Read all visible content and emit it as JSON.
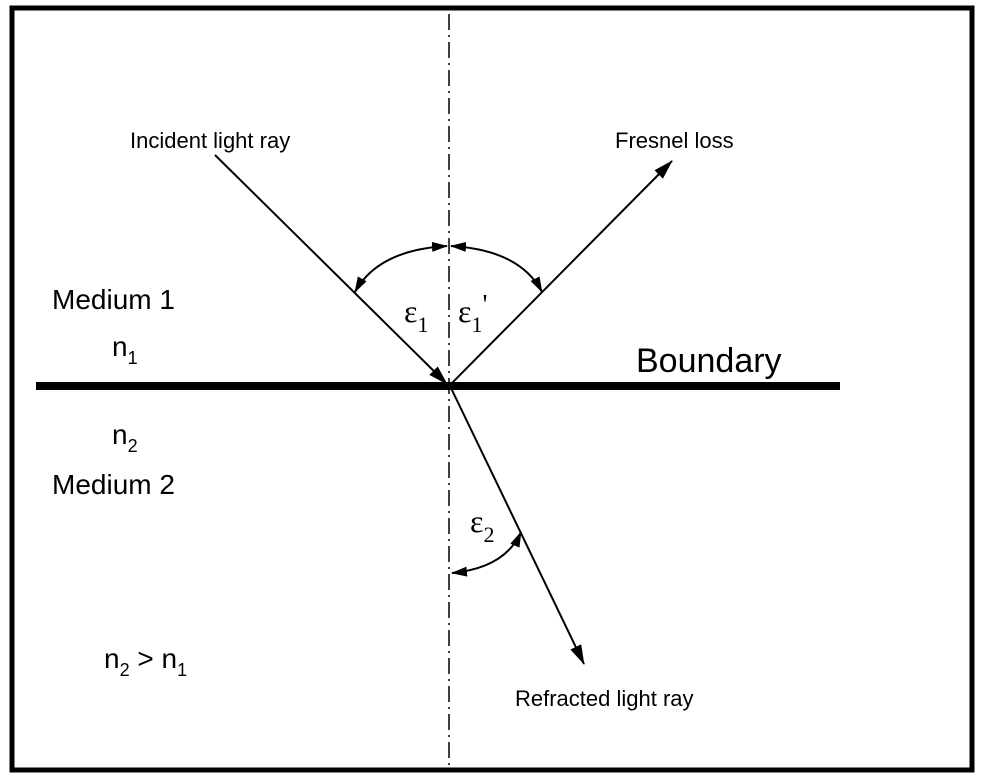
{
  "labels": {
    "incident": "Incident light ray",
    "fresnel": "Fresnel loss",
    "refracted": "Refracted light ray",
    "boundary": "Boundary",
    "medium1": "Medium 1",
    "medium2": "Medium 2",
    "n1_base": "n",
    "n1_sub": "1",
    "n2_base": "n",
    "n2_sub": "2",
    "cond_n2_base": "n",
    "cond_n2_sub": "2",
    "cond_op": " > ",
    "cond_n1_base": "n",
    "cond_n1_sub": "1",
    "eps1_base": "ε",
    "eps1_sub": "1",
    "eps1p_base": "ε",
    "eps1p_sub": "1",
    "eps1p_prime": "'",
    "eps2_base": "ε",
    "eps2_sub": "2"
  },
  "colors": {
    "ink": "#000000",
    "background": "#ffffff"
  }
}
